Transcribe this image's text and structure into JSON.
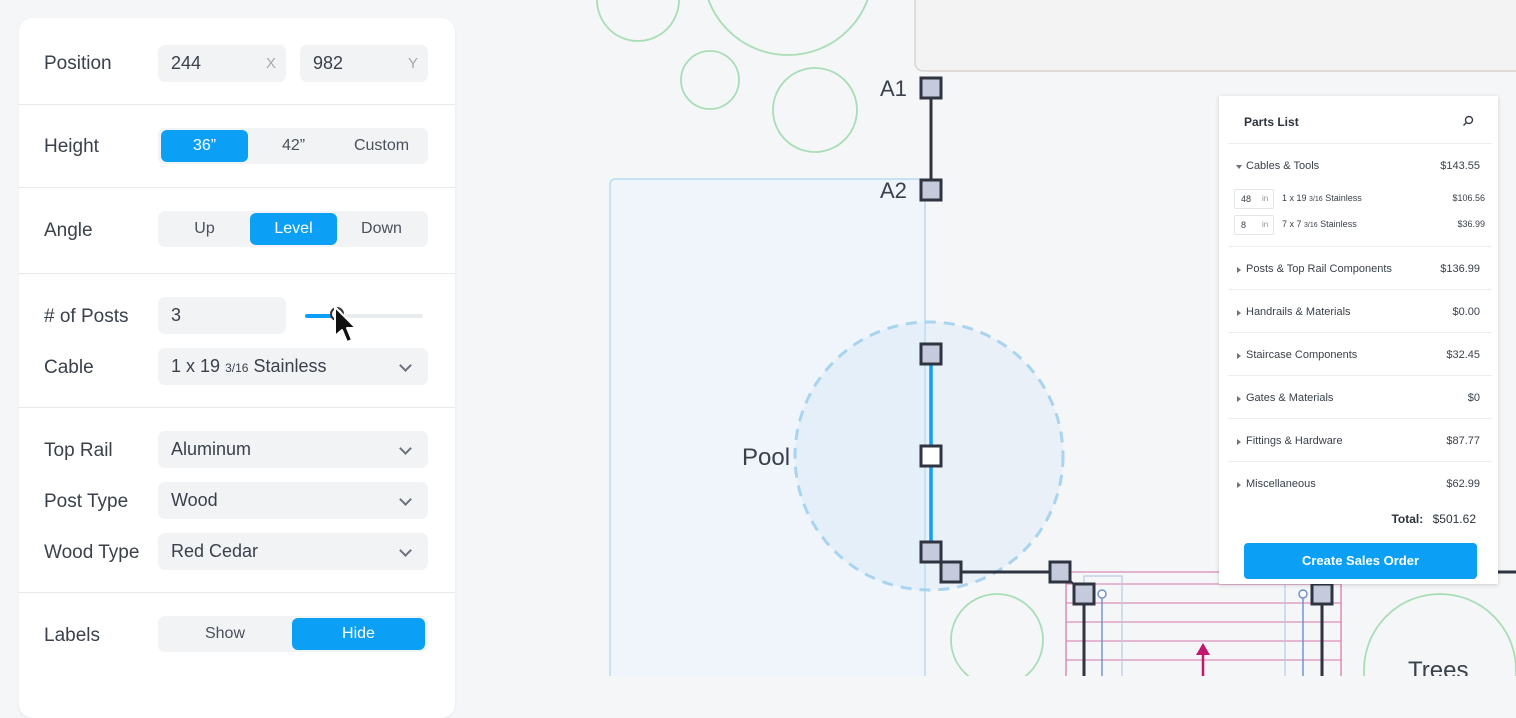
{
  "panel": {
    "position": {
      "label": "Position",
      "x": "244",
      "x_axis": "X",
      "y": "982",
      "y_axis": "Y"
    },
    "height": {
      "label": "Height",
      "options": [
        "36”",
        "42”",
        "Custom"
      ],
      "selected": "36”"
    },
    "angle": {
      "label": "Angle",
      "options": [
        "Up",
        "Level",
        "Down"
      ],
      "selected": "Level"
    },
    "posts": {
      "label": "# of Posts",
      "value": "3",
      "slider_fraction": 0.27
    },
    "cable": {
      "label": "Cable",
      "value_main": "1 x 19",
      "value_frac": "3/16",
      "value_rest": "Stainless"
    },
    "top_rail": {
      "label": "Top Rail",
      "value": "Aluminum"
    },
    "post_type": {
      "label": "Post Type",
      "value": "Wood"
    },
    "wood_type": {
      "label": "Wood Type",
      "value": "Red Cedar"
    },
    "labels": {
      "label": "Labels",
      "options": [
        "Show",
        "Hide"
      ],
      "selected": "Hide"
    }
  },
  "canvas": {
    "point_a1": "A1",
    "point_a2": "A2",
    "pool_label": "Pool",
    "trees_label": "Trees"
  },
  "parts_list": {
    "title": "Parts List",
    "categories": [
      {
        "name": "Cables & Tools",
        "price": "$143.55",
        "expanded": true
      },
      {
        "name": "Posts & Top Rail Components",
        "price": "$136.99"
      },
      {
        "name": "Handrails & Materials",
        "price": "$0.00"
      },
      {
        "name": "Staircase Components",
        "price": "$32.45"
      },
      {
        "name": "Gates & Materials",
        "price": "$0"
      },
      {
        "name": "Fittings & Hardware",
        "price": "$87.77"
      },
      {
        "name": "Miscellaneous",
        "price": "$62.99"
      }
    ],
    "cable_items": [
      {
        "qty": "48",
        "unit": "in",
        "name_main": "1 x 19",
        "name_frac": "3/16",
        "name_rest": "Stainless",
        "price": "$106.56"
      },
      {
        "qty": "8",
        "unit": "in",
        "name_main": "7 x 7",
        "name_frac": "3/16",
        "name_rest": "Stainless",
        "price": "$36.99"
      }
    ],
    "total_label": "Total:",
    "total_value": "$501.62",
    "create_button": "Create Sales Order"
  },
  "colors": {
    "accent": "#0ba0f5",
    "tree": "#9fd8ad",
    "guide": "#a9d4f0",
    "post_fill": "#c5cbdc",
    "stair": "#d98fb6"
  }
}
